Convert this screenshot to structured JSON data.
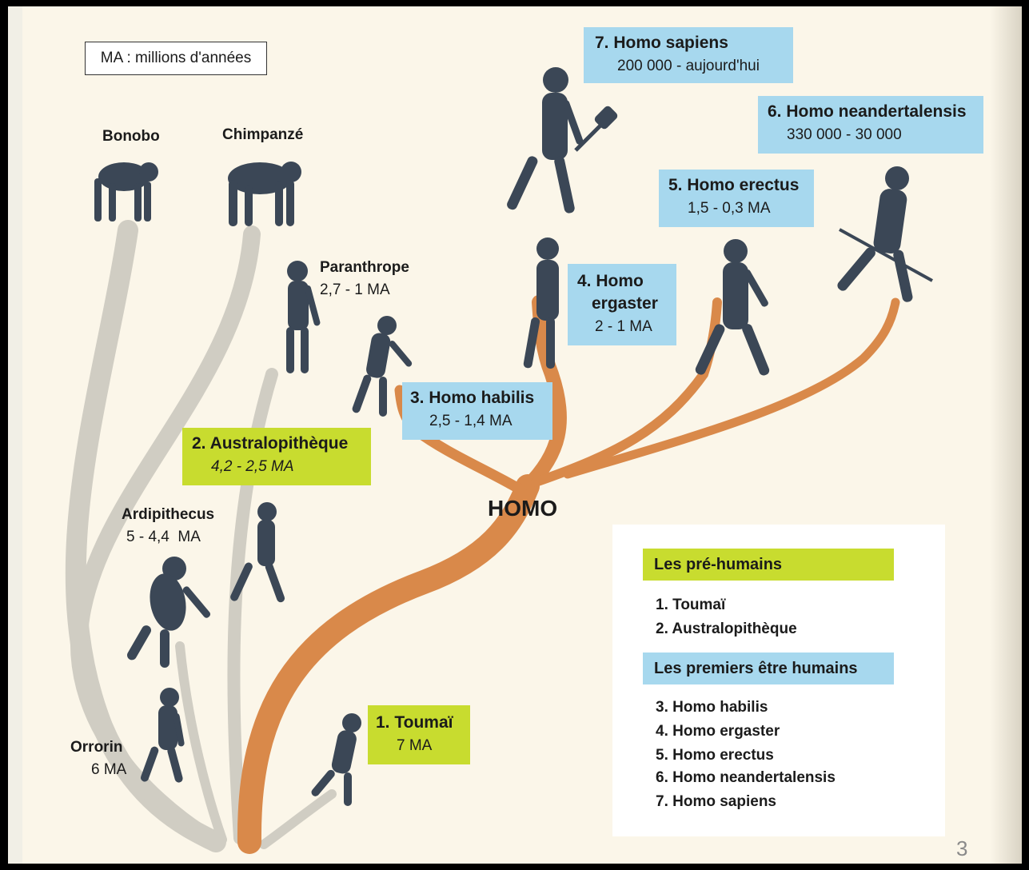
{
  "note": "MA : millions d'années",
  "homo_label": "HOMO",
  "apes": {
    "bonobo": "Bonobo",
    "chimpanze": "Chimpanzé"
  },
  "side_species": {
    "paranthrope": {
      "name": "Paranthrope",
      "dates": "2,7 - 1 MA"
    },
    "ardipithecus": {
      "name": "Ardipithecus",
      "dates": "5 - 4,4  MA"
    },
    "orrorin": {
      "name": "Orrorin",
      "dates": "6 MA"
    }
  },
  "numbered_species": {
    "s1": {
      "name": "1. Toumaï",
      "dates": "7 MA",
      "color": "#c8dc2f"
    },
    "s2": {
      "name": "2. Australopithèque",
      "dates": "4,2 - 2,5 MA",
      "color": "#c8dc2f"
    },
    "s3": {
      "name": "3. Homo habilis",
      "dates": "2,5 - 1,4 MA",
      "color": "#a7d8ee"
    },
    "s4": {
      "name_line1": "4. Homo",
      "name_line2": "ergaster",
      "dates": "2 - 1 MA",
      "color": "#a7d8ee"
    },
    "s5": {
      "name": "5. Homo erectus",
      "dates": "1,5 - 0,3 MA",
      "color": "#a7d8ee"
    },
    "s6": {
      "name": "6. Homo neandertalensis",
      "dates": "330 000 - 30 000",
      "color": "#a7d8ee"
    },
    "s7": {
      "name": "7. Homo sapiens",
      "dates": "200 000 - aujourd'hui",
      "color": "#a7d8ee"
    }
  },
  "legend": {
    "pre_humans_title": "Les pré-humains",
    "pre_humans": [
      "1. Toumaï",
      "2. Australopithèque"
    ],
    "first_humans_title": "Les premiers être humains",
    "first_humans": [
      "3. Homo habilis",
      "4. Homo ergaster",
      "5. Homo erectus",
      "6. Homo neandertalensis",
      "7. Homo sapiens"
    ]
  },
  "colors": {
    "homo_branch": "#d9894a",
    "ape_branch": "#cfccc2",
    "silhouette": "#3b4756"
  },
  "page_number": "3"
}
